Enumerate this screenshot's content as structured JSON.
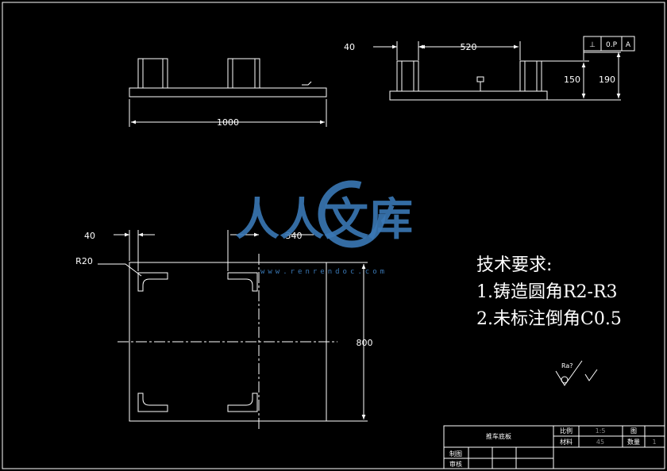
{
  "front_view": {
    "width_dim": "1000"
  },
  "side_view": {
    "offset_dim": "40",
    "span_dim": "520",
    "height_dim_1": "150",
    "height_dim_2": "190"
  },
  "gtol": {
    "symbol": "⊥",
    "tolerance": "0.P",
    "datum": "A"
  },
  "plan_view": {
    "offset_dim": "40",
    "spacing_dim": "340",
    "radius_label": "R20",
    "height_dim": "800"
  },
  "tech_requirements": {
    "title": "技术要求:",
    "items": [
      "1.铸造圆角R2-R3",
      "2.未标注倒角C0.5"
    ]
  },
  "roughness": {
    "value": "Ra?"
  },
  "title_block": {
    "part_name": "推车底板",
    "scale_label": "比例",
    "scale_value": "1:5",
    "drawing_label": "图",
    "material_label": "材料",
    "material_value": "45",
    "quantity_label": "数量",
    "quantity_value": "1",
    "drawn_by_label": "制图",
    "checked_by_label": "审核"
  },
  "watermark": {
    "text": "人人文库",
    "url": "www.renrendoc.com"
  },
  "colors": {
    "background": "#000000",
    "lines": "#ffffff",
    "watermark": "#3a78b5"
  }
}
